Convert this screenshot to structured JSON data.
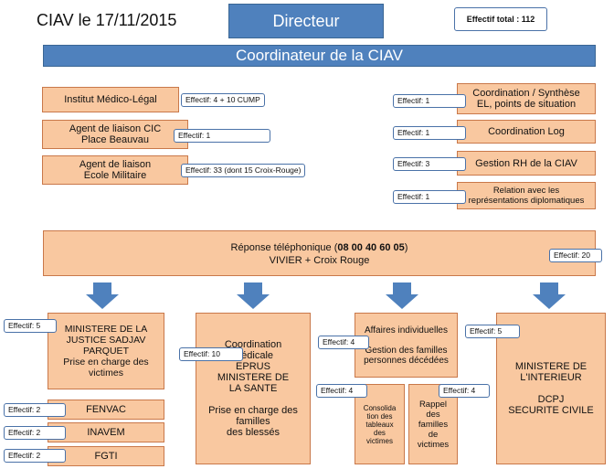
{
  "header": {
    "title": "CIAV le 17/11/2015",
    "director": "Directeur",
    "total": "Effectif total : 112",
    "coordinator": "Coordinateur de la CIAV"
  },
  "left_units": [
    {
      "label": "Institut Médico-Légal",
      "effectif": "Effectif: 4 + 10 CUMP"
    },
    {
      "label": "Agent de liaison CIC\nPlace Beauvau",
      "effectif": "Effectif: 1"
    },
    {
      "label": "Agent de liaison\nEcole Militaire",
      "effectif": "Effectif: 33 (dont 15 Croix-Rouge)"
    }
  ],
  "right_units": [
    {
      "label": "Coordination / Synthèse\nEL, points de situation",
      "effectif": "Effectif: 1"
    },
    {
      "label": "Coordination Log",
      "effectif": "Effectif: 1"
    },
    {
      "label": "Gestion RH de la CIAV",
      "effectif": "Effectif: 3"
    },
    {
      "label": "Relation avec les\nreprésentations diplomatiques",
      "effectif": "Effectif: 1"
    }
  ],
  "phone": {
    "line1_prefix": "Réponse téléphonique (",
    "number": "08 00 40 60 05",
    "line1_suffix": ")",
    "line2": "VIVIER + Croix Rouge",
    "effectif": "Effectif: 20"
  },
  "justice": {
    "label": "MINISTERE DE LA\nJUSTICE SADJAV\nPARQUET\nPrise en charge des\nvictimes",
    "effectif": "Effectif: 5"
  },
  "justice_subs": [
    {
      "label": "FENVAC",
      "effectif": "Effectif: 2"
    },
    {
      "label": "INAVEM",
      "effectif": "Effectif: 2"
    },
    {
      "label": "FGTI",
      "effectif": "Effectif: 2"
    }
  ],
  "sante": {
    "label": "Coordination\nMédicale\nEPRUS\nMINISTERE DE\nLA SANTE\n\nPrise en charge des\nfamilles\ndes blessés",
    "effectif": "Effectif: 10"
  },
  "affaires": {
    "label": "Affaires individuelles\n\nGestion des familles\npersonnes décédées",
    "effectif": "Effectif: 4",
    "sub1": {
      "label": "Consolida\ntion des\ntableaux\ndes\nvictimes",
      "effectif": "Effectif: 4"
    },
    "sub2": {
      "label": "Rappel\ndes\nfamilles\nde\nvictimes",
      "effectif": "Effectif: 4"
    }
  },
  "interieur": {
    "label": "MINISTERE DE\nL'INTERIEUR\n\nDCPJ\nSECURITE CIVILE",
    "effectif": "Effectif: 5"
  },
  "colors": {
    "box_fill": "#f9c8a0",
    "box_border": "#c9784a",
    "blue": "#4f81bd"
  }
}
